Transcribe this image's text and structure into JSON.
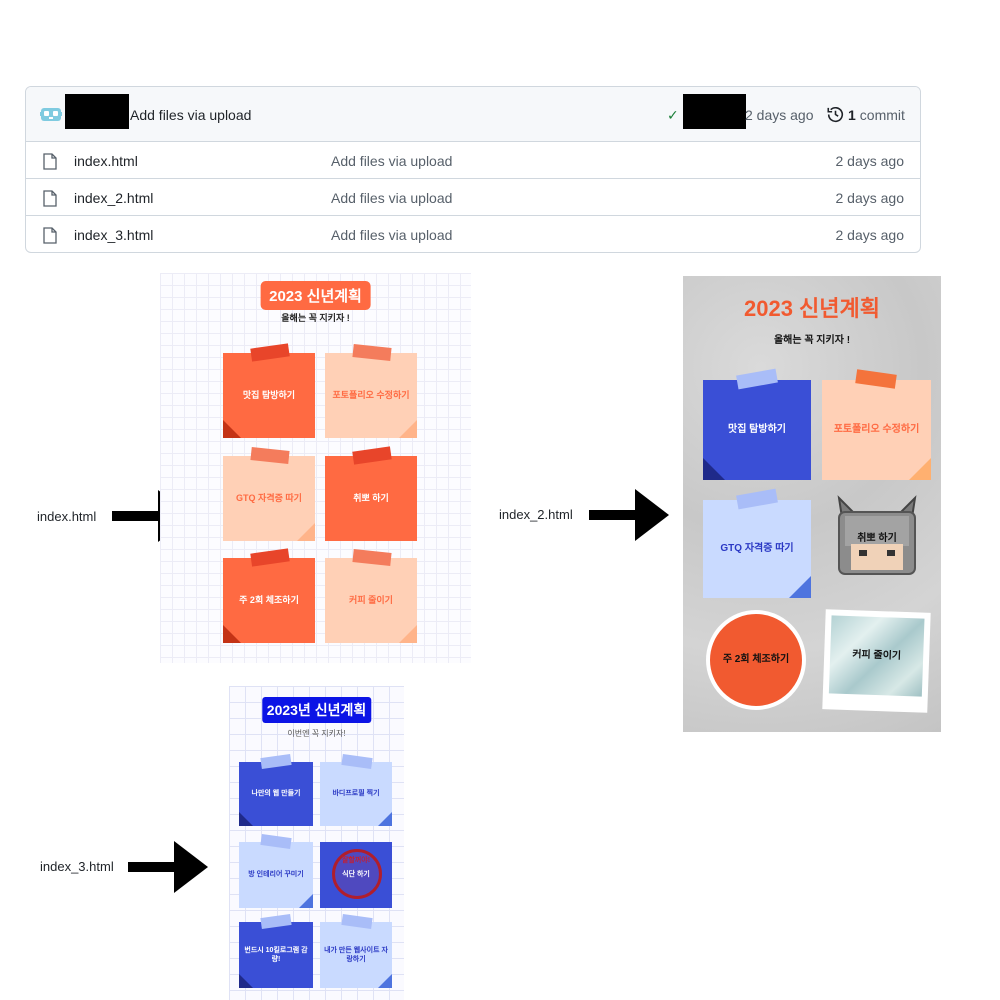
{
  "repo": {
    "commit_message": "Add files via upload",
    "commit_time": "2 days ago",
    "commit_count": "1",
    "commit_label": "commit",
    "files": [
      {
        "name": "index.html",
        "message": "Add files via upload",
        "time": "2 days ago"
      },
      {
        "name": "index_2.html",
        "message": "Add files via upload",
        "time": "2 days ago"
      },
      {
        "name": "index_3.html",
        "message": "Add files via upload",
        "time": "2 days ago"
      }
    ]
  },
  "labels": {
    "index1": "index.html",
    "index2": "index_2.html",
    "index3": "index_3.html"
  },
  "preview1": {
    "title": "2023 신년계획",
    "subtitle": "올해는 꼭 지키자 !",
    "notes": [
      "맛집 탐방하기",
      "포토폴리오 수정하기",
      "GTQ 자격증 따기",
      "취뽀 하기",
      "주 2회 체조하기",
      "커피 줄이기"
    ]
  },
  "preview2": {
    "title": "2023 신년계획",
    "subtitle": "올해는 꼭 지키자 !",
    "notes": [
      "맛집 탐방하기",
      "포토폴리오 수정하기",
      "GTQ 자격증 따기",
      "취뽀 하기",
      "주 2회 체조하기",
      "커피 줄이기"
    ]
  },
  "preview3": {
    "title": "2023년 신년계획",
    "subtitle": "이번엔 꼭 지키자!",
    "notes": [
      "나만의 웹 만들기",
      "바디프로필 찍기",
      "방 인테리어 꾸미기",
      "식단 하기",
      "번드시 10킬로그램 감량!",
      "내가 만든 웹사이트 자랑하기"
    ],
    "stamp_text": "잘할꺼야!"
  },
  "colors": {
    "orange": "#ff6a42",
    "orange_light": "#ffd0b6",
    "pill_orange": "#ff6a42",
    "blue": "#3a4fd6",
    "blue_light": "#c9daff",
    "pill_blue": "#0c14e6",
    "github_green": "#1a7f37"
  }
}
